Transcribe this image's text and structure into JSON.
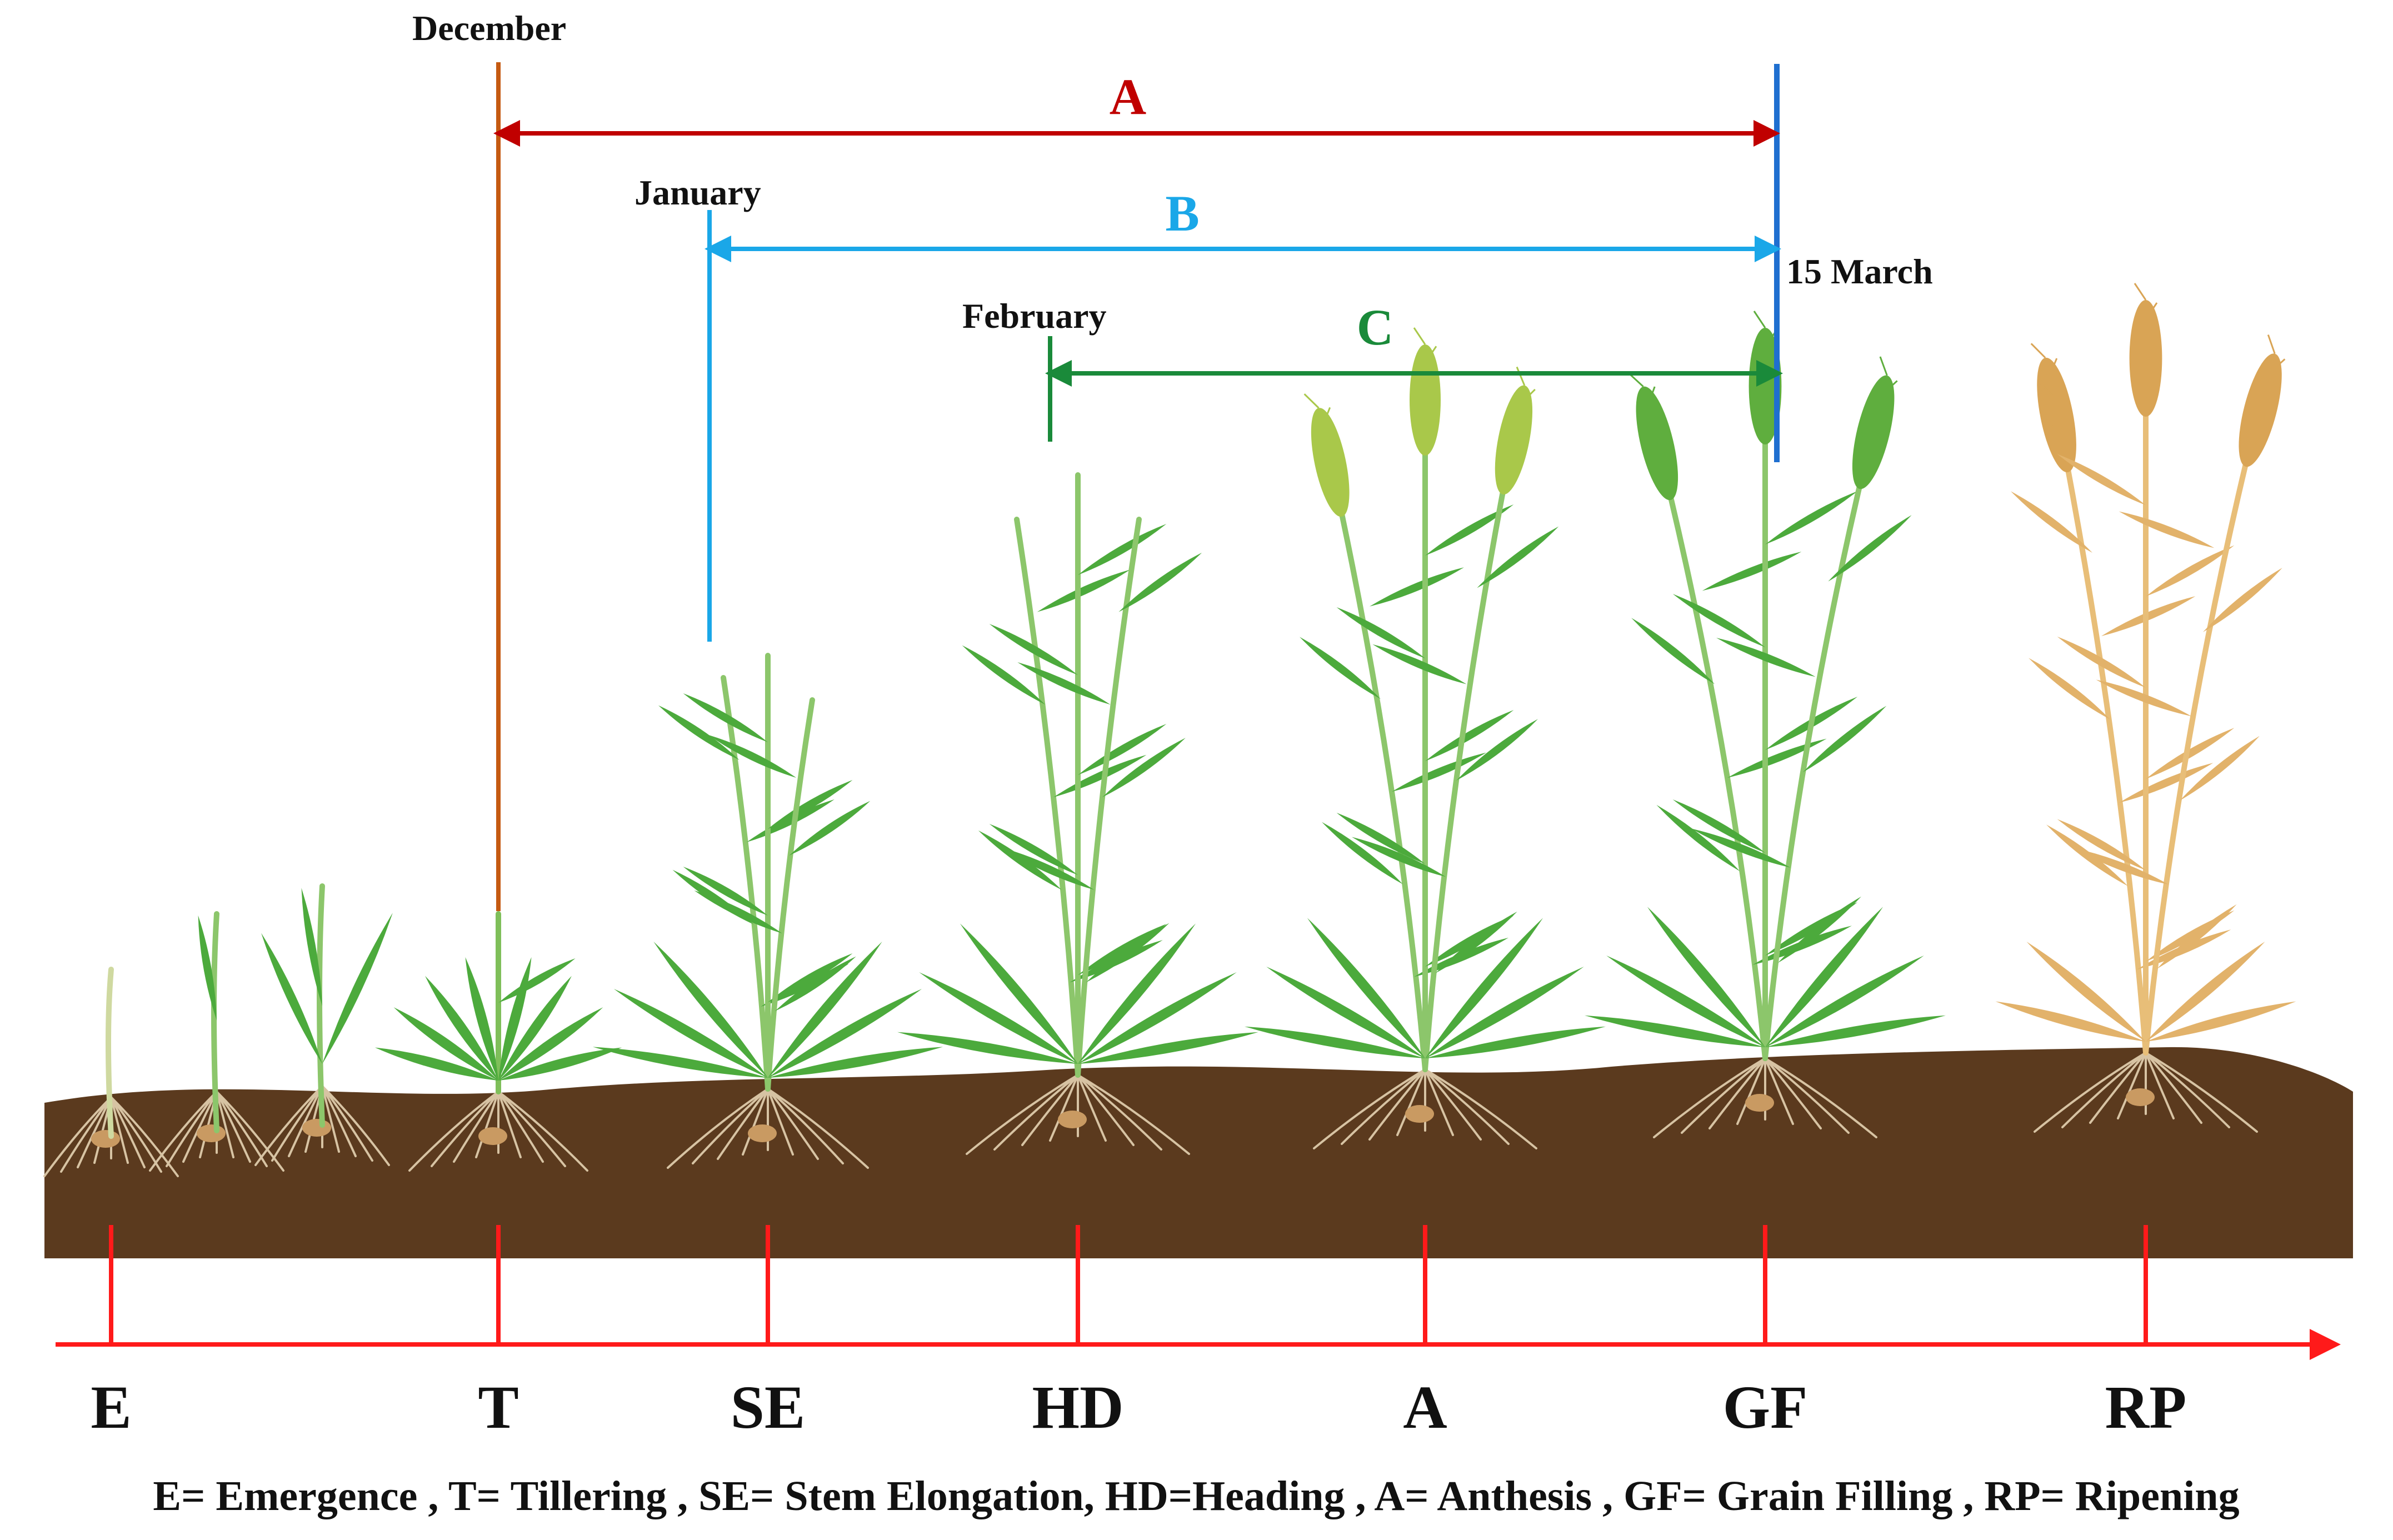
{
  "months": {
    "december": "December",
    "january": "January",
    "february": "February",
    "march": "15 March"
  },
  "periods": [
    {
      "id": "A",
      "label": "A",
      "color": "#c00000"
    },
    {
      "id": "B",
      "label": "B",
      "color": "#1aa7e8"
    },
    {
      "id": "C",
      "label": "C",
      "color": "#1a8a3a"
    }
  ],
  "stages": [
    {
      "code": "E",
      "name": "Emergence"
    },
    {
      "code": "T",
      "name": "Tillering"
    },
    {
      "code": "SE",
      "name": "Stem Elongation"
    },
    {
      "code": "HD",
      "name": "Heading"
    },
    {
      "code": "A",
      "name": "Anthesis"
    },
    {
      "code": "GF",
      "name": "Grain Filling"
    },
    {
      "code": "RP",
      "name": "Ripening"
    }
  ],
  "legend": "E= Emergence , T= Tillering , SE= Stem Elongation, HD=Heading , A= Anthesis , GF= Grain Filling , RP= Ripening",
  "colors": {
    "timeline": "#ff1a1a",
    "december_line": "#c55a11",
    "march_line": "#1f6fd0",
    "soil": "#5b3a1e",
    "plant_green": "#4caa3c",
    "plant_ripe": "#e2b26a"
  }
}
